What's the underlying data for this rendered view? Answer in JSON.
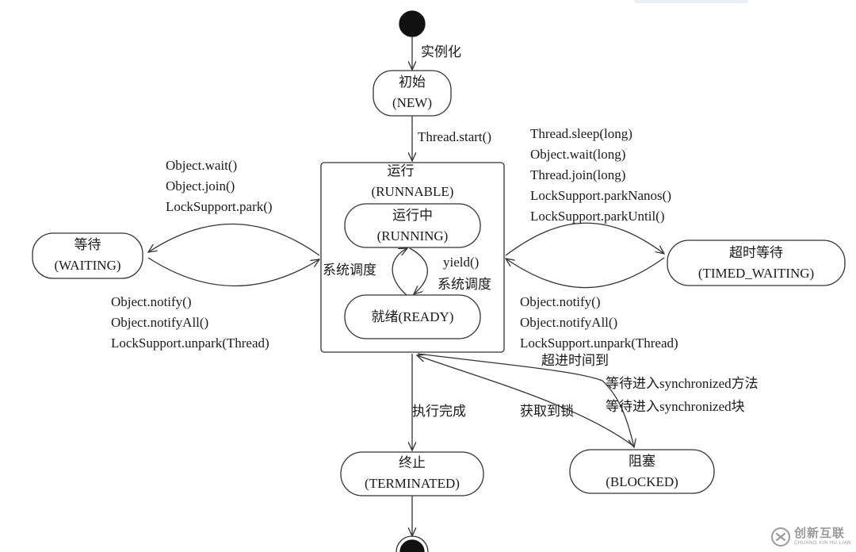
{
  "states": {
    "new": {
      "name": "初始",
      "code": "(NEW)"
    },
    "runnable": {
      "name": "运行",
      "code": "(RUNNABLE)"
    },
    "running": {
      "name": "运行中",
      "code": "(RUNNING)"
    },
    "ready": {
      "label": "就绪(READY)"
    },
    "waiting": {
      "name": "等待",
      "code": "(WAITING)"
    },
    "timed_waiting": {
      "name": "超时等待",
      "code": "(TIMED_WAITING)"
    },
    "terminated": {
      "name": "终止",
      "code": "(TERMINATED)"
    },
    "blocked": {
      "name": "阻塞",
      "code": "(BLOCKED)"
    }
  },
  "transitions": {
    "instantiate": "实例化",
    "start": "Thread.start()",
    "to_waiting": [
      "Object.wait()",
      "Object.join()",
      "LockSupport.park()"
    ],
    "from_waiting": [
      "Object.notify()",
      "Object.notifyAll()",
      "LockSupport.unpark(Thread)"
    ],
    "to_timed_waiting": [
      "Thread.sleep(long)",
      "Object.wait(long)",
      "Thread.join(long)",
      "LockSupport.parkNanos()",
      "LockSupport.parkUntil()"
    ],
    "from_timed_waiting": [
      "Object.notify()",
      "Object.notifyAll()",
      "LockSupport.unpark(Thread)"
    ],
    "timeout": "超进时间到",
    "schedule_left": "系统调度",
    "yield": "yield()",
    "schedule_right": "系统调度",
    "complete": "执行完成",
    "acquire_lock": "获取到锁",
    "enter_sync": [
      "等待进入synchronized方法",
      "等待进入synchronized块"
    ]
  },
  "watermark": {
    "name": "创新互联",
    "sub": "CHUANG XIN HU LIAN"
  }
}
